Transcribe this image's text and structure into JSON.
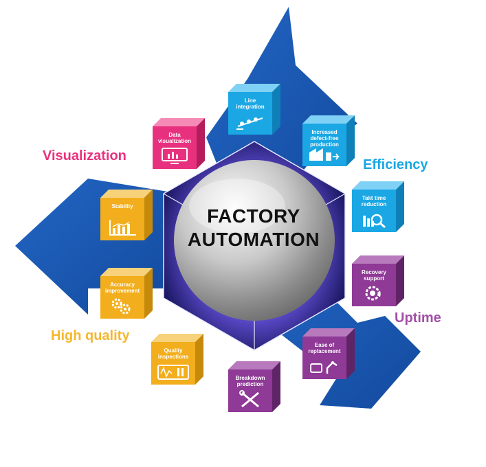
{
  "center": {
    "line1": "FACTORY",
    "line2": "AUTOMATION"
  },
  "categories": [
    {
      "label": "Visualization",
      "color": "#e8317e"
    },
    {
      "label": "Efficiency",
      "color": "#1aa7e4"
    },
    {
      "label": "Uptime",
      "color": "#a24fa6"
    },
    {
      "label": "High quality",
      "color": "#f5b72f"
    }
  ],
  "cubes": [
    {
      "label": "Line integration",
      "icon": "conveyor-line-icon",
      "color": "#1aa7e4"
    },
    {
      "label": "Increased defect-free production",
      "icon": "factory-icon",
      "color": "#1aa7e4"
    },
    {
      "label": "Takt time reduction",
      "icon": "chart-magnifier-icon",
      "color": "#1aa7e4"
    },
    {
      "label": "Recovery support",
      "icon": "gear-refresh-icon",
      "color": "#8e3a96"
    },
    {
      "label": "Ease of replacement",
      "icon": "robot-arm-icon",
      "color": "#8e3a96"
    },
    {
      "label": "Breakdown prediction",
      "icon": "wrench-screwdriver-icon",
      "color": "#8e3a96"
    },
    {
      "label": "Quality inspections",
      "icon": "oscilloscope-icon",
      "color": "#f2ae1c"
    },
    {
      "label": "Accuracy improvement",
      "icon": "gears-icon",
      "color": "#f2ae1c"
    },
    {
      "label": "Stability",
      "icon": "bar-chart-icon",
      "color": "#f2ae1c"
    },
    {
      "label": "Data visualization",
      "icon": "monitor-chart-icon",
      "color": "#e8317e"
    }
  ],
  "colors": {
    "arrow": "#1b58b0",
    "arrow_dark": "#0f3f8f",
    "hexagon_glow": "#3a2f8f"
  }
}
